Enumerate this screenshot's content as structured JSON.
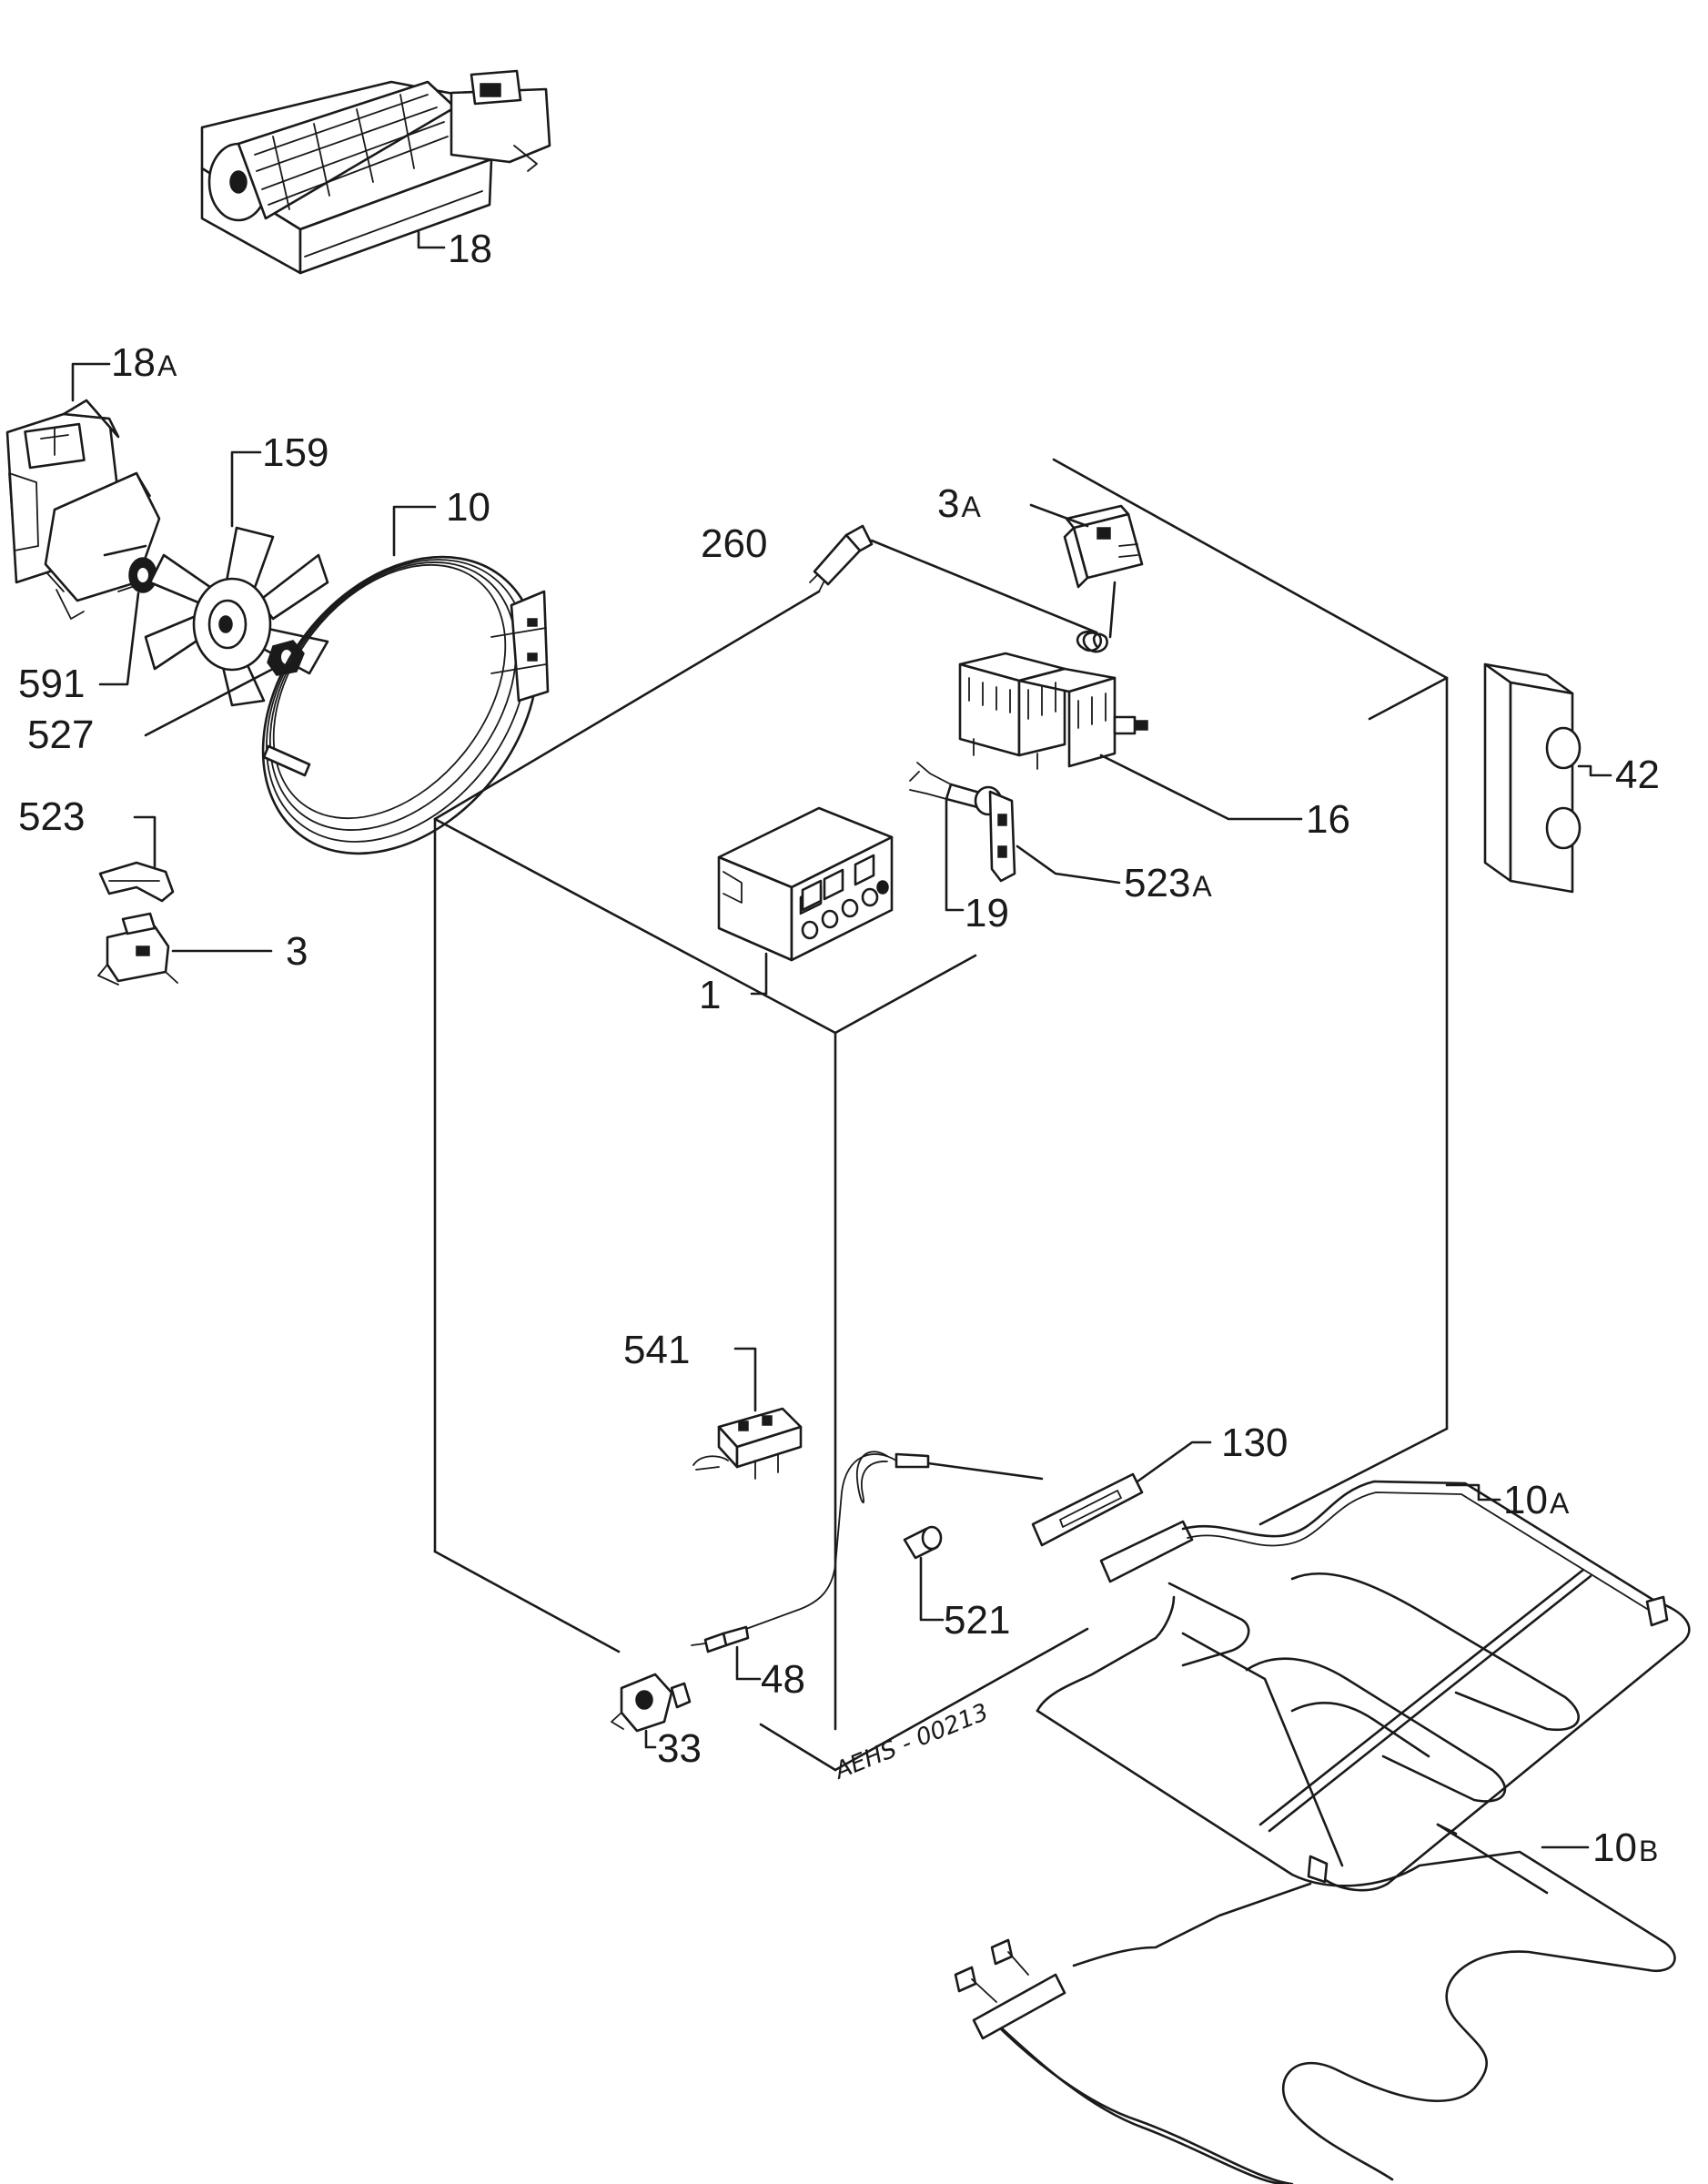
{
  "labels": {
    "l18": "18",
    "l18a_num": "18",
    "l18a_suf": "A",
    "l159": "159",
    "l10": "10",
    "l591": "591",
    "l527": "527",
    "l523": "523",
    "l3": "3",
    "l260": "260",
    "l3a_num": "3",
    "l3a_suf": "A",
    "l42": "42",
    "l16": "16",
    "l523a_num": "523",
    "l523a_suf": "A",
    "l19": "19",
    "l1": "1",
    "l541": "541",
    "l130": "130",
    "l10a_num": "10",
    "l10a_suf": "A",
    "l521": "521",
    "l48": "48",
    "l33": "33",
    "l10b_num": "10",
    "l10b_suf": "B"
  },
  "drawing_code": "AEHS - 00213"
}
